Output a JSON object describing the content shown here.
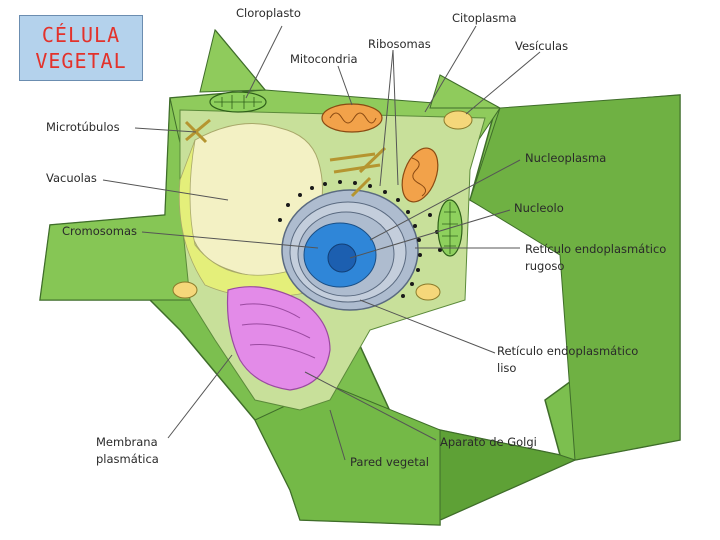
{
  "title": {
    "line1": "CÉLULA",
    "line2": "VEGETAL"
  },
  "labels": {
    "cloroplasto": "Cloroplasto",
    "citoplasma": "Citoplasma",
    "ribosomas": "Ribosomas",
    "mitocondria": "Mitocondria",
    "vesiculas": "Vesículas",
    "microtubulos": "Microtúbulos",
    "vacuolas": "Vacuolas",
    "cromosomas": "Cromosomas",
    "nucleoplasma": "Nucleoplasma",
    "nucleolo": "Nucleolo",
    "rer_line1": "Retículo endoplasmático",
    "rer_line2": "rugoso",
    "rel_line1": "Retículo endoplasmático",
    "rel_line2": "liso",
    "membrana_line1": "Membrana",
    "membrana_line2": "plasmática",
    "golgi": "Aparato de Golgi",
    "pared": "Pared vegetal"
  },
  "colors": {
    "cell_wall": "#7cbf4f",
    "cytoplasm": "#c8e09a",
    "vacuole": "#f3f1c4",
    "nucleus_blue": "#2f86d8",
    "er": "#9aa9be",
    "golgi": "#e38be8",
    "chloroplast": "#8ed05d",
    "mitochondria": "#f2a24a",
    "title_text": "#e3322b",
    "title_bg": "#b4d2ec"
  }
}
